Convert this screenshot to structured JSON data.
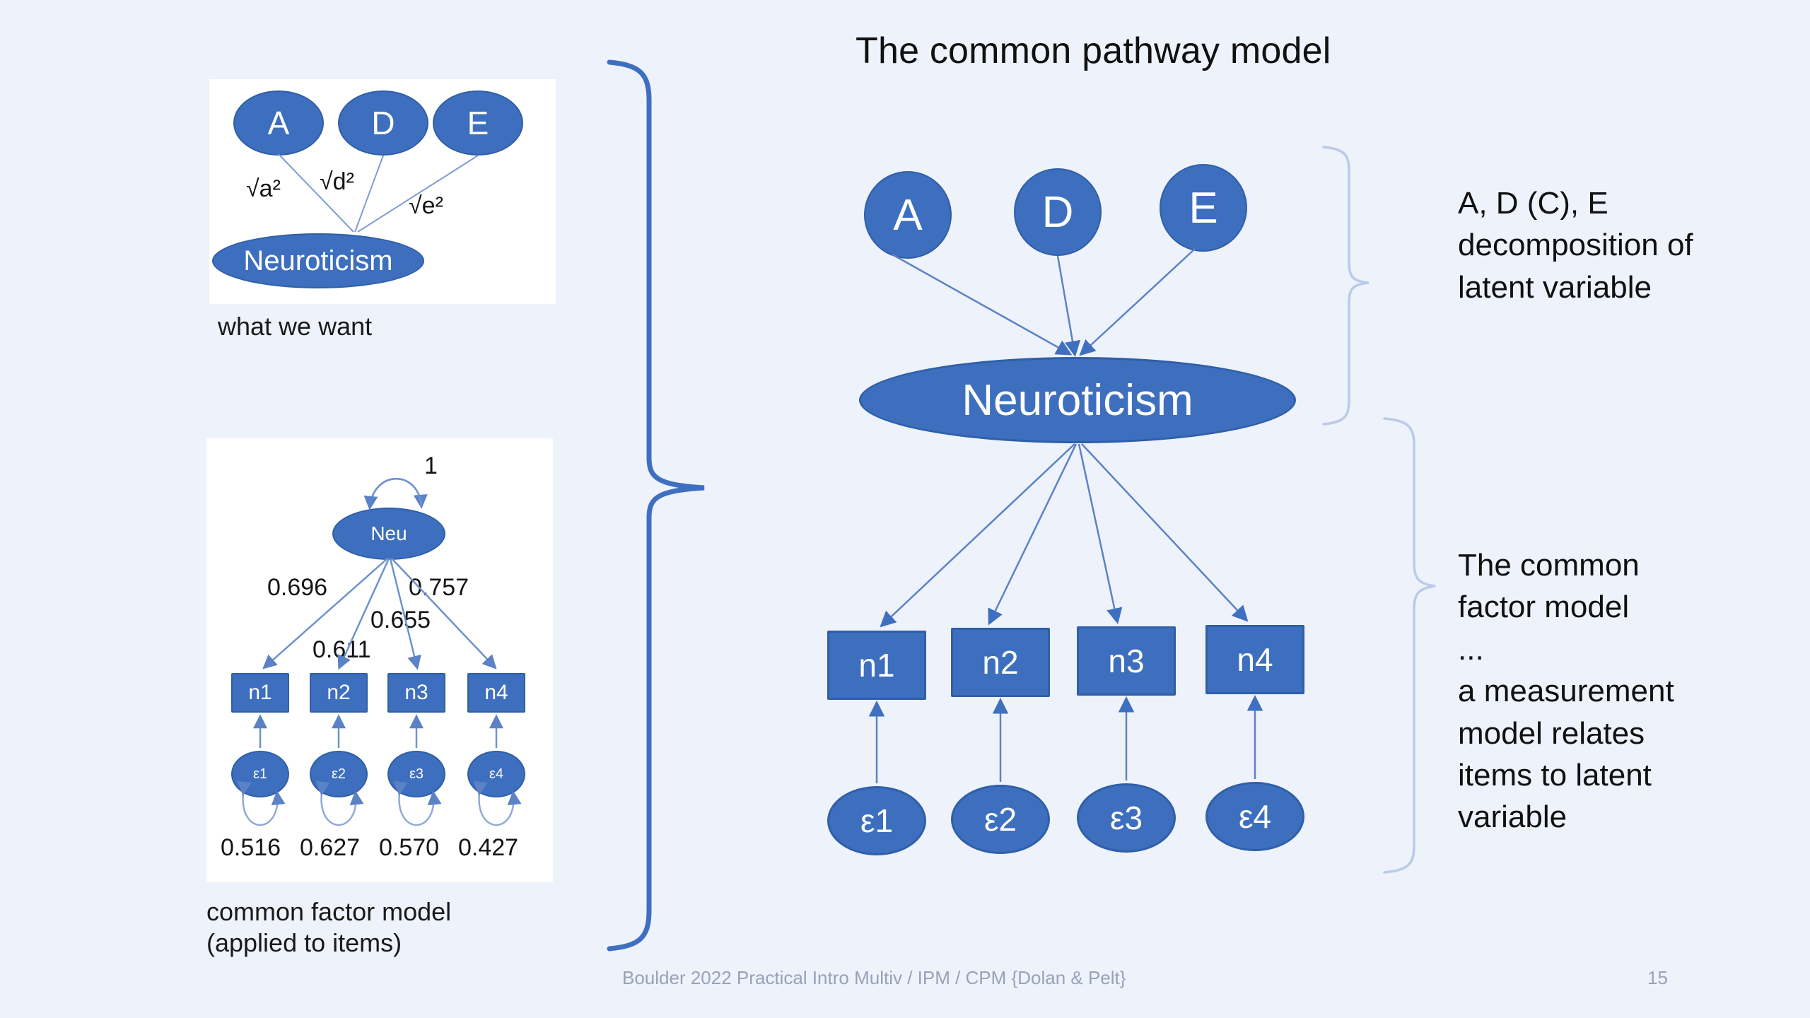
{
  "slide": {
    "title": "The common pathway model",
    "background_color": "#eef2fb",
    "node_fill": "#3d6fbe",
    "node_stroke": "#2f5fa8",
    "brace_color_main": "#3f6fc0",
    "brace_color_thin": "#b9cbe8"
  },
  "thumbnails": {
    "want": {
      "caption": "what we want",
      "ade": [
        {
          "label": "A"
        },
        {
          "label": "D"
        },
        {
          "label": "E"
        }
      ],
      "latent": "Neuroticism",
      "path_labels": [
        "√a²",
        "√d²",
        "√e²"
      ]
    },
    "cfm": {
      "caption": "common factor model\n(applied to items)",
      "variance_label": "1",
      "factor": "Neu",
      "loadings": [
        "0.696",
        "0.611",
        "0.655",
        "0.757"
      ],
      "items": [
        "n1",
        "n2",
        "n3",
        "n4"
      ],
      "residual_nodes": [
        "ε1",
        "ε2",
        "ε3",
        "ε4"
      ],
      "residual_values": [
        "0.516",
        "0.627",
        "0.570",
        "0.427"
      ]
    }
  },
  "main_diagram": {
    "ade": [
      {
        "label": "A"
      },
      {
        "label": "D"
      },
      {
        "label": "E"
      }
    ],
    "latent": "Neuroticism",
    "items": [
      "n1",
      "n2",
      "n3",
      "n4"
    ],
    "residuals": [
      "ε1",
      "ε2",
      "ε3",
      "ε4"
    ]
  },
  "annotations": {
    "top": "A, D (C), E\ndecomposition of\nlatent variable",
    "bottom": "The common\nfactor model\n...\na measurement\nmodel relates\nitems to latent\nvariable"
  },
  "footer": {
    "text": "Boulder 2022 Practical Intro Multiv /  IPM / CPM {Dolan & Pelt}",
    "page": "15"
  }
}
